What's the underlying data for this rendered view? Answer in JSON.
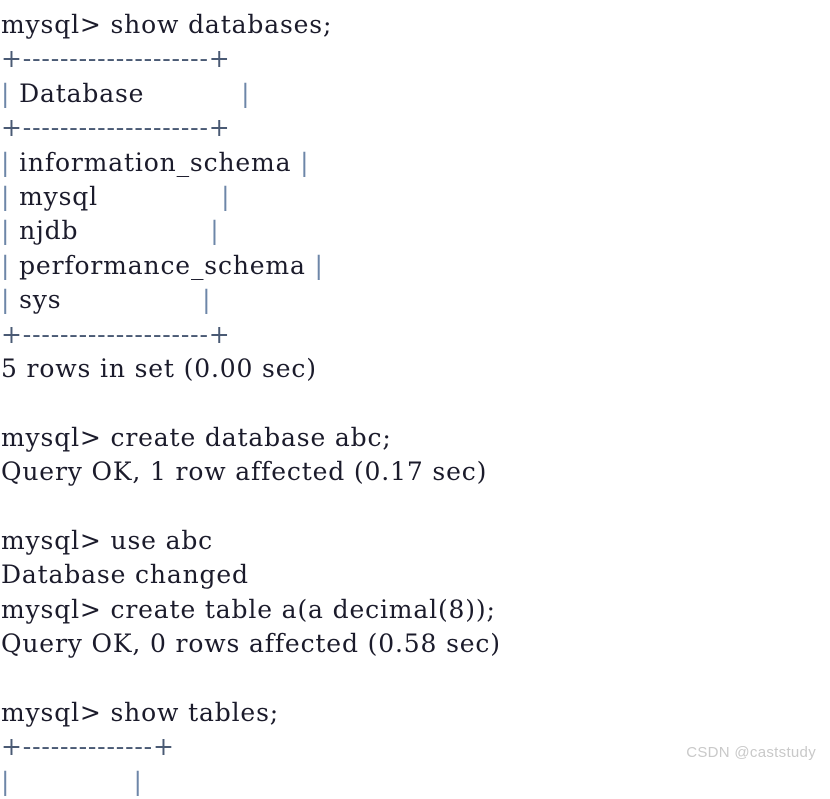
{
  "app": {
    "name": "mysql-client-terminal",
    "prompt": "mysql> ",
    "background_color": "#ffffff",
    "text_color": "#1b1b2b",
    "border_color": "#4a5a74",
    "pipe_color": "#6d86a8"
  },
  "watermark": {
    "text": "CSDN @caststudy",
    "color": "#c9c9c9"
  },
  "session": {
    "commands": [
      {
        "prompt": "mysql> ",
        "command": "show databases;",
        "result_type": "table",
        "status": "5 rows in set (0.00 sec)"
      },
      {
        "prompt": "mysql> ",
        "command": "create database abc;",
        "result_type": "status",
        "status": "Query OK, 1 row affected (0.17 sec)"
      },
      {
        "prompt": "mysql> ",
        "command": "use abc",
        "result_type": "status",
        "status": "Database changed"
      },
      {
        "prompt": "mysql> ",
        "command": "create table a(a decimal(8));",
        "result_type": "status",
        "status": "Query OK, 0 rows affected (0.58 sec)"
      },
      {
        "prompt": "mysql> ",
        "command": "show tables;",
        "result_type": "table",
        "status": ""
      }
    ],
    "databases_table": {
      "rule": "+--------------------+",
      "header_pipe_left": "|",
      "header_text": " Database           ",
      "header_pipe_right": "|",
      "rows": [
        {
          "pipe_left": "|",
          "text": " information_schema ",
          "pipe_right": "|"
        },
        {
          "pipe_left": "|",
          "text": " mysql              ",
          "pipe_right": "|"
        },
        {
          "pipe_left": "|",
          "text": " njdb               ",
          "pipe_right": "|"
        },
        {
          "pipe_left": "|",
          "text": " performance_schema ",
          "pipe_right": "|"
        },
        {
          "pipe_left": "|",
          "text": " sys                ",
          "pipe_right": "|"
        }
      ],
      "row_count_text": "5 rows in set (0.00 sec)"
    },
    "tables_table": {
      "rule": "+--------------+",
      "partial_row_pipe_left": "|",
      "partial_row_text": "              ",
      "partial_row_pipe_right": "|"
    }
  },
  "lines": [
    {
      "id": "l01",
      "kind": "command",
      "text": "mysql> show databases;"
    },
    {
      "id": "l02",
      "kind": "rule",
      "text": "+--------------------+"
    },
    {
      "id": "l03",
      "kind": "row",
      "text": "| Database           |"
    },
    {
      "id": "l04",
      "kind": "rule",
      "text": "+--------------------+"
    },
    {
      "id": "l05",
      "kind": "row",
      "text": "| information_schema |"
    },
    {
      "id": "l06",
      "kind": "row",
      "text": "| mysql              |"
    },
    {
      "id": "l07",
      "kind": "row",
      "text": "| njdb               |"
    },
    {
      "id": "l08",
      "kind": "row",
      "text": "| performance_schema |"
    },
    {
      "id": "l09",
      "kind": "row",
      "text": "| sys                |"
    },
    {
      "id": "l10",
      "kind": "rule",
      "text": "+--------------------+"
    },
    {
      "id": "l11",
      "kind": "status",
      "text": "5 rows in set (0.00 sec)"
    },
    {
      "id": "l12",
      "kind": "blank",
      "text": ""
    },
    {
      "id": "l13",
      "kind": "command",
      "text": "mysql> create database abc;"
    },
    {
      "id": "l14",
      "kind": "status",
      "text": "Query OK, 1 row affected (0.17 sec)"
    },
    {
      "id": "l15",
      "kind": "blank",
      "text": ""
    },
    {
      "id": "l16",
      "kind": "command",
      "text": "mysql> use abc"
    },
    {
      "id": "l17",
      "kind": "status",
      "text": "Database changed"
    },
    {
      "id": "l18",
      "kind": "command",
      "text": "mysql> create table a(a decimal(8));"
    },
    {
      "id": "l19",
      "kind": "status",
      "text": "Query OK, 0 rows affected (0.58 sec)"
    },
    {
      "id": "l20",
      "kind": "blank",
      "text": ""
    },
    {
      "id": "l21",
      "kind": "command",
      "text": "mysql> show tables;"
    },
    {
      "id": "l22",
      "kind": "rule",
      "text": "+--------------+"
    },
    {
      "id": "l23",
      "kind": "row",
      "text": "|              |"
    }
  ]
}
